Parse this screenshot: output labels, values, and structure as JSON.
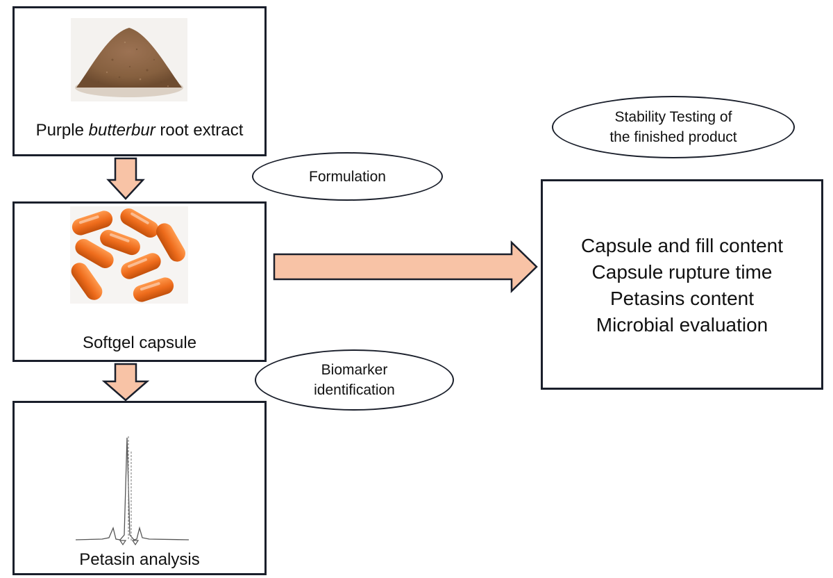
{
  "boxes": {
    "extract": {
      "label_before": "Purple ",
      "label_italic": "butterbur",
      "label_after": " root extract"
    },
    "softgel": {
      "label": "Softgel capsule"
    },
    "petasin": {
      "label": "Petasin analysis"
    },
    "results": {
      "items": [
        "Capsule and fill content",
        "Capsule rupture time",
        "Petasins content",
        "Microbial evaluation"
      ]
    }
  },
  "ellipses": {
    "formulation": {
      "lines": [
        "Formulation"
      ]
    },
    "biomarker": {
      "lines": [
        "Biomarker",
        "identification"
      ]
    },
    "stability": {
      "lines": [
        "Stability Testing of",
        "the finished product"
      ]
    }
  },
  "colors": {
    "arrow_fill": "#f8c3a6",
    "outline": "#1a1f2b",
    "powder": "#8a6244",
    "capsule": "#ee6c1c"
  }
}
